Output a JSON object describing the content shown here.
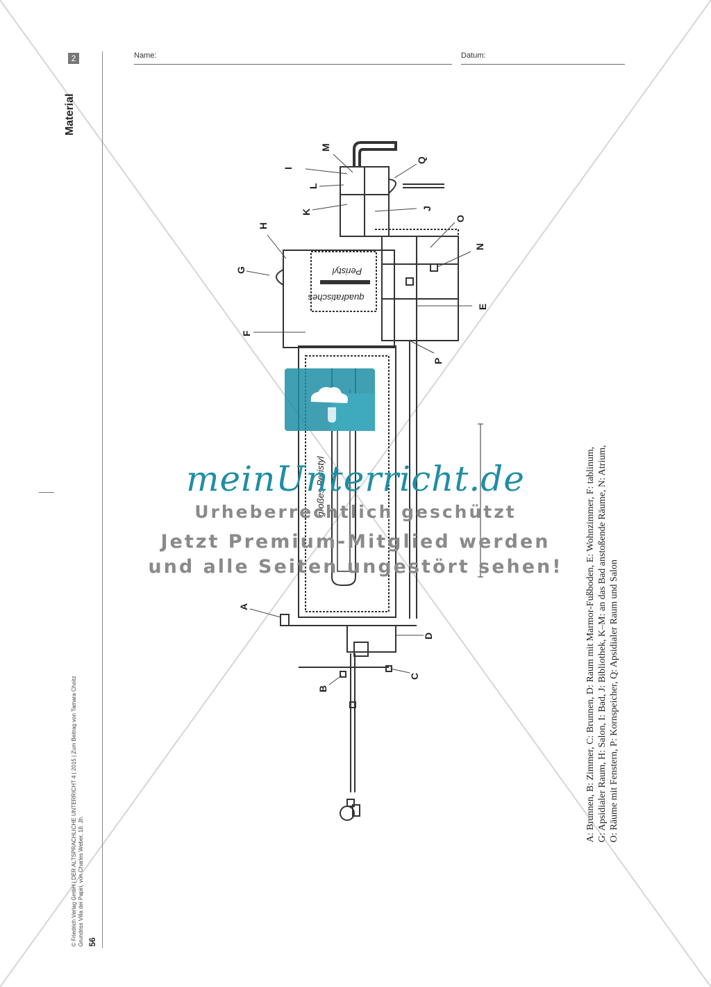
{
  "header": {
    "section_number": "2",
    "section_label": "Material",
    "name_label": "Name:",
    "date_label": "Datum:"
  },
  "footer": {
    "page_number": "56",
    "credit_line1": "© Friedrich Verlag GmbH | DER ALTSPRACHLICHE UNTERRICHT 4 | 2015 | Zum Beitrag von Tamara Choitz",
    "credit_line2": "Grundriss Villa dei Papiri, von Charles Weber, 18. Jh."
  },
  "plan": {
    "label_quadratic": "quadratisches",
    "label_peristyl": "Peristyl",
    "label_large": "großes Peristyl",
    "letters": [
      "A",
      "B",
      "C",
      "D",
      "E",
      "F",
      "G",
      "H",
      "I",
      "J",
      "K",
      "L",
      "M",
      "N",
      "O",
      "P",
      "Q"
    ]
  },
  "caption": {
    "line1": "A: Brunnen, B: Zimmer, C: Brunnen, D: Raum mit Marmor-Fußboden, E: Wohnzimmer, F: tablinum,",
    "line2": "G: Apsidialer Raum, H: Salon, I: Bad, J: Bibliothek, K–M: an das Bad anstoßende Räume, N: Atrium,",
    "line3": "O: Räume mit Fenstern, P: Kornspeicher, Q: Apsidialer Raum und Salon"
  },
  "watermark": {
    "logo": "meinUnterricht.de",
    "line1": "Urheberrechtlich geschützt",
    "line2": "Jetzt Premium-Mitglied werden",
    "line3": "und alle Seiten ungestört sehen!",
    "color": "#1f8ea5"
  }
}
